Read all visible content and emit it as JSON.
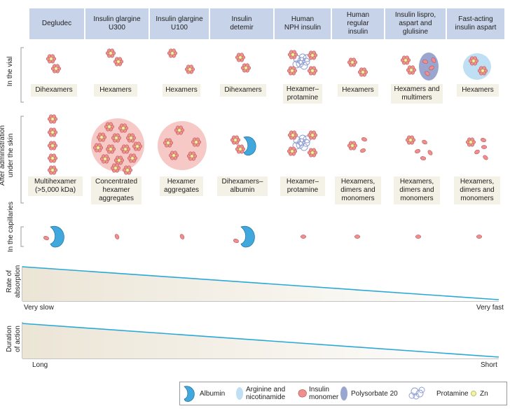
{
  "columns": [
    {
      "header": "Degludec",
      "vial": "Dihexamers",
      "skin": "Multihexamer\n(>5,000 kDa)"
    },
    {
      "header": "Insulin glargine\nU300",
      "vial": "Hexamers",
      "skin": "Concentrated\nhexamer\naggregates"
    },
    {
      "header": "Insulin glargine\nU100",
      "vial": "Hexamers",
      "skin": "Hexamer\naggregates"
    },
    {
      "header": "Insulin\ndetemir",
      "vial": "Dihexamers",
      "skin": "Dihexamers–\nalbumin"
    },
    {
      "header": "Human\nNPH insulin",
      "vial": "Hexamer–\nprotamine",
      "skin": "Hexamer–\nprotamine"
    },
    {
      "header": "Human\nregular\ninsulin",
      "vial": "Hexamers",
      "skin": "Hexamers,\ndimers and\nmonomers"
    },
    {
      "header": "Insulin lispro,\naspart and\nglulisine",
      "vial": "Hexamers and\nmultimers",
      "skin": "Hexamers,\ndimers and\nmonomers"
    },
    {
      "header": "Fast-acting\ninsulin aspart",
      "vial": "Hexamers",
      "skin": "Hexamers,\ndimers and\nmonomers"
    }
  ],
  "row_labels": {
    "vial": "In the vial",
    "skin": "After administration\nunder the skin",
    "capillaries": "In the capillaries",
    "absorption": "Rate of\nabsorption",
    "duration": "Duration\nof action"
  },
  "axes": {
    "absorption_left": "Very slow",
    "absorption_right": "Very fast",
    "duration_left": "Long",
    "duration_right": "Short"
  },
  "legend": {
    "albumin": "Albumin",
    "arginine": "Arginine and\nnicotinamide",
    "monomer": "Insulin\nmonomer",
    "polysorbate": "Polysorbate 20",
    "protamine": "Protamine",
    "zn": "Zn"
  },
  "colors": {
    "header_bg": "#c7d3e9",
    "label_bg": "#f4f1e6",
    "monomer": "#ee8e8e",
    "zn": "#f7f2a4",
    "albumin": "#40a8dc",
    "arginine": "#bfe0f4",
    "polysorbate": "#9aa6d0",
    "protamine": "#8b9bd0",
    "aggregate": "#f7c9c6",
    "curve": "#2aa8d8"
  }
}
